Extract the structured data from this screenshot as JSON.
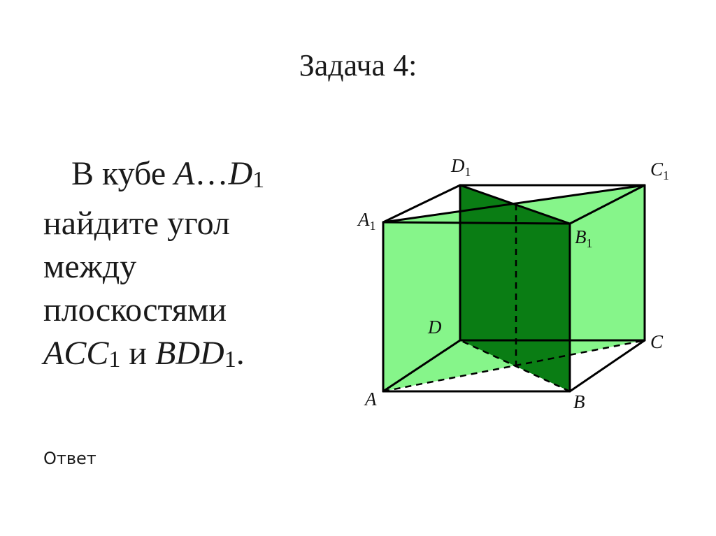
{
  "slide": {
    "title": "Задача 4:",
    "problem": {
      "line1_prefix": "В кубе ",
      "line1_a": "A",
      "line1_dots": "…",
      "line1_d": "D",
      "line1_sub": "1",
      "line2": "найдите угол",
      "line3": "между",
      "line4": "плоскостями",
      "line5_p1": "ACC",
      "line5_p1_sub": "1",
      "line5_and": " и ",
      "line5_p2": "BDD",
      "line5_p2_sub": "1",
      "line5_end": "."
    },
    "answer_label": "Ответ"
  },
  "diagram": {
    "labels": {
      "A": {
        "letter": "A",
        "sub": ""
      },
      "B": {
        "letter": "B",
        "sub": ""
      },
      "C": {
        "letter": "C",
        "sub": ""
      },
      "D": {
        "letter": "D",
        "sub": ""
      },
      "A1": {
        "letter": "A",
        "sub": "1"
      },
      "B1": {
        "letter": "B",
        "sub": "1"
      },
      "C1": {
        "letter": "C",
        "sub": "1"
      },
      "D1": {
        "letter": "D",
        "sub": "1"
      }
    },
    "colors": {
      "plane_acc1": "#86f58a",
      "plane_bdd1": "#0a7d14",
      "edges": "#000000"
    }
  }
}
